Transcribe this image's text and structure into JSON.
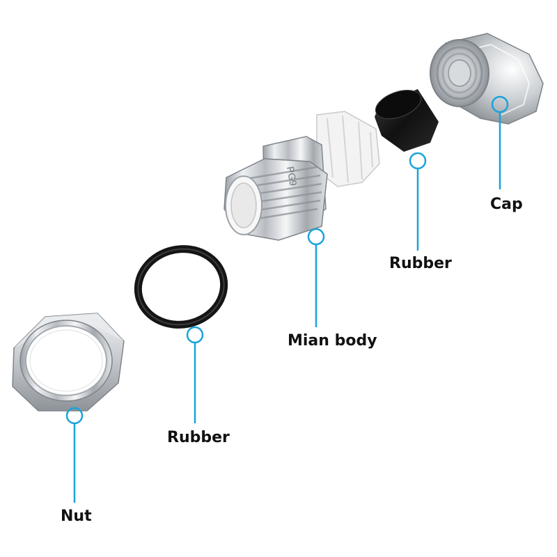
{
  "parts": [
    {
      "id": "nut",
      "label": "Nut"
    },
    {
      "id": "o-ring",
      "label": "Rubber"
    },
    {
      "id": "main-body",
      "label": "Mian body",
      "engraving": "PG9"
    },
    {
      "id": "seal",
      "label": "Rubber"
    },
    {
      "id": "cap",
      "label": "Cap"
    }
  ],
  "colors": {
    "callout": "#1aa3d9",
    "metal_light": "#f2f3f4",
    "metal_dark": "#8d9298",
    "rubber": "#1a1a1a",
    "plastic": "#f4f4f4"
  }
}
